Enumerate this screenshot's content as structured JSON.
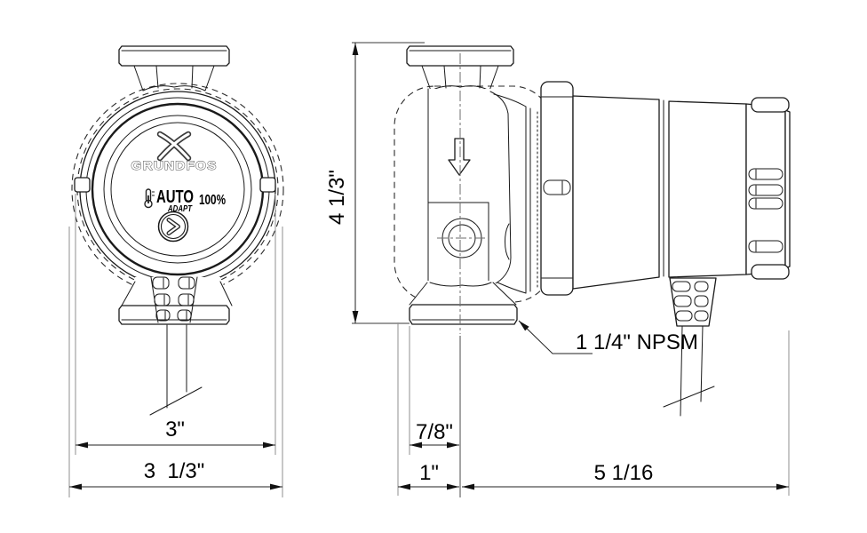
{
  "drawing": {
    "product": {
      "brand": "GRUNDFOS",
      "mode_label": "AUTO",
      "mode_sublabel": "ADAPT",
      "capacity_value": "100%"
    },
    "dimensions": {
      "front_width_inner": "3\"",
      "front_width_outer": "3  1/3\"",
      "overall_height": "4 1/3\"",
      "port_face_to_center": "7/8\"",
      "union_face_to_center": "1\"",
      "center_to_back": "5 1/16",
      "union_thread": "1 1/4\" NPSM"
    },
    "icons": {
      "logo_mark": "grundfos-x",
      "thermometer": "thermometer",
      "mode_button": "chevron-right",
      "flow_direction": "arrow-down"
    },
    "colors": {
      "line": "#1a1a1a",
      "dimension": "#111111",
      "extension": "#8f8f8f",
      "background": "#ffffff"
    }
  }
}
